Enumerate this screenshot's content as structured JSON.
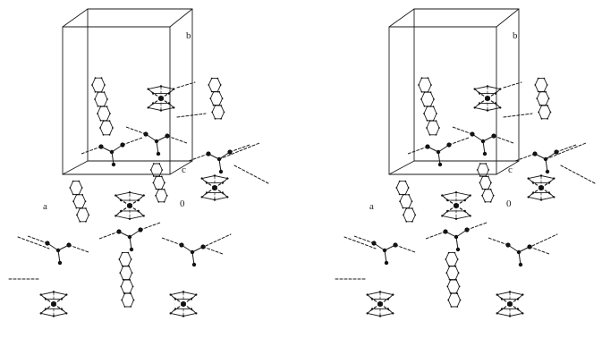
{
  "figure": {
    "type": "stereo crystal packing diagram",
    "views": [
      {
        "id": "left-view",
        "axis_labels": {
          "a": "a",
          "b": "b",
          "c": "c",
          "o": "0"
        }
      },
      {
        "id": "right-view",
        "axis_labels": {
          "a": "a",
          "b": "b",
          "c": "c",
          "o": "0"
        }
      }
    ],
    "line_color": "#1a1a1a",
    "atom_fill": "#111111"
  }
}
